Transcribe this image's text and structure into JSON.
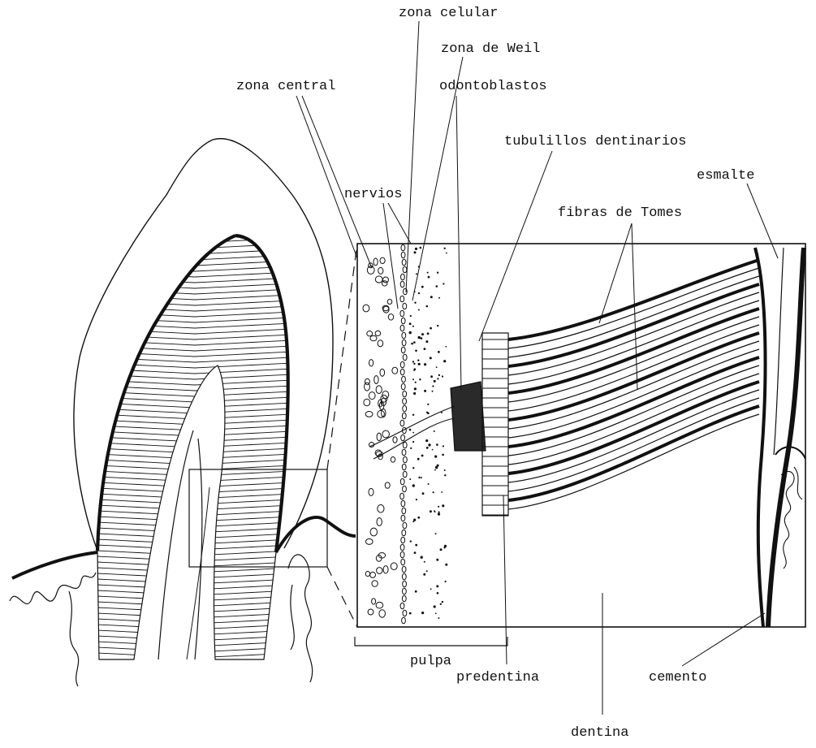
{
  "labels": {
    "zona_celular": "zona celular",
    "zona_de_weil": "zona de Weil",
    "odontoblastos": "odontoblastos",
    "zona_central": "zona central",
    "tubulillos_dentinarios": "tubulillos dentinarios",
    "nervios": "nervios",
    "esmalte": "esmalte",
    "fibras_de_tomes": "fibras de Tomes",
    "pulpa": "pulpa",
    "predentina": "predentina",
    "cemento": "cemento",
    "dentina": "dentina"
  },
  "colors": {
    "ink": "#111111",
    "paper": "#ffffff"
  }
}
